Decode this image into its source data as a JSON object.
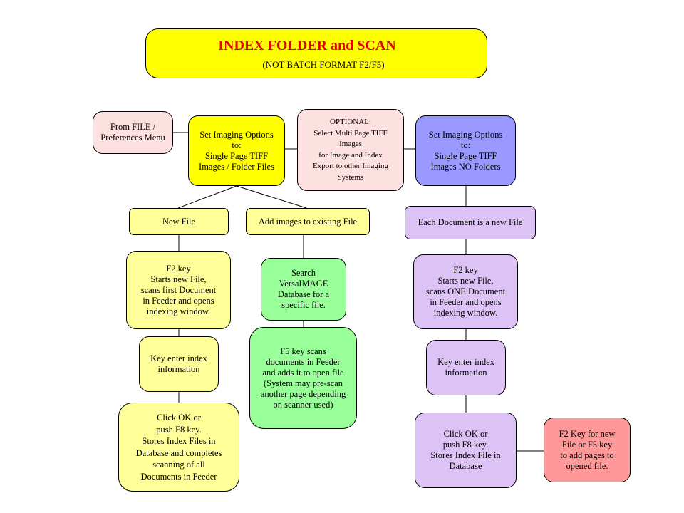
{
  "title": {
    "main": "INDEX FOLDER and SCAN",
    "subtitle": "(NOT BATCH FORMAT F2/F5)"
  },
  "nodes": {
    "from_file_menu": "From FILE /\nPreferences Menu",
    "set_imaging_folder": "Set Imaging Options\nto:\nSingle Page TIFF\nImages / Folder Files",
    "optional_multipage": "OPTIONAL:\nSelect Multi Page TIFF\nImages\nfor Image and Index\nExport to other Imaging\nSystems",
    "set_imaging_no_folders": "Set Imaging Options\nto:\nSingle Page TIFF\nImages NO Folders",
    "new_file": "New File",
    "add_images_existing": "Add images to existing File",
    "each_document_new_file": "Each Document is a new File",
    "f2_new_file_left": "F2 key\nStarts new File,\nscans first Document\nin Feeder and opens\nindexing window.",
    "search_versaimage": "Search\nVersaIMAGE\nDatabase for a\nspecific file.",
    "f2_new_file_right": "F2 key\nStarts new File,\nscans ONE Document\nin Feeder and opens\nindexing window.",
    "key_enter_left": "Key enter index\ninformation",
    "f5_scan": "F5 key scans\ndocuments in Feeder\nand adds it to open file\n(System may pre-scan\nanother page depending\non scanner used)",
    "key_enter_right": "Key enter index\ninformation",
    "click_ok_left": "Click OK or\npush F8 key.\nStores Index Files in\nDatabase and completes\nscanning of all\nDocuments in Feeder",
    "click_ok_right": "Click OK or\npush F8 key.\nStores Index File in\nDatabase",
    "f2_f5_add_pages": "F2 Key for new\nFile or F5 key\nto add pages to\nopened file."
  },
  "colors": {
    "title_text": "#e60000",
    "yellow": "#ffff00",
    "light_yellow": "#ffff99",
    "pink": "#fde0e0",
    "blue": "#9999ff",
    "lavender": "#ddc3f5",
    "green": "#99ff99",
    "salmon": "#ff9999"
  }
}
